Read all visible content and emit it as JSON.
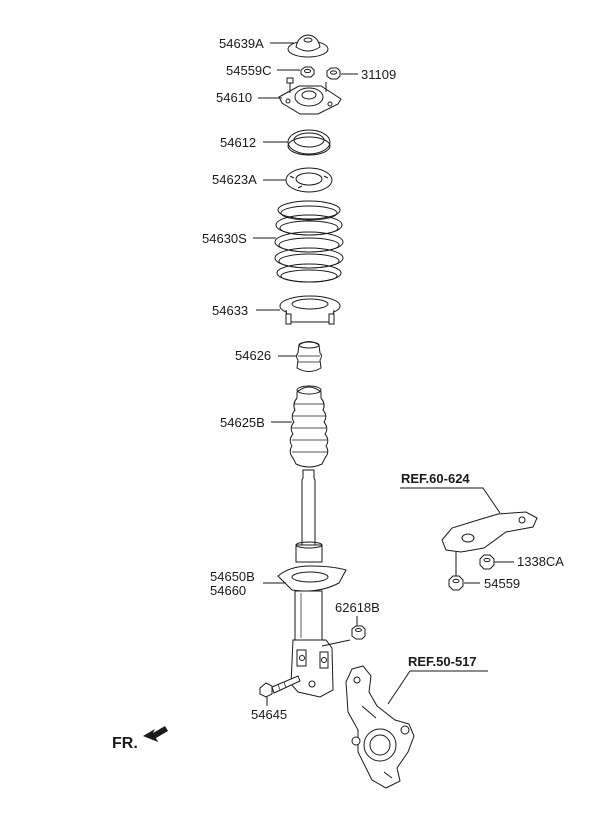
{
  "labels": {
    "top_mount_cap": "54639A",
    "nut_small": "54559C",
    "nut_31109": "31109",
    "insulator_assy": "54610",
    "bearing": "54612",
    "upper_spring_pad": "54623A",
    "coil_spring": "54630S",
    "lower_spring_pad": "54633",
    "bumper": "54626",
    "dust_cover": "54625B",
    "strut_left": "54650B",
    "strut_right": "54660",
    "bolt_flange": "62618B",
    "bolt_lower": "54645",
    "bracket_nut": "1338CA",
    "bracket_nut2": "54559"
  },
  "refs": {
    "upper_ref": "REF.60-624",
    "knuckle_ref": "REF.50-517"
  },
  "direction": {
    "front_label": "FR."
  }
}
